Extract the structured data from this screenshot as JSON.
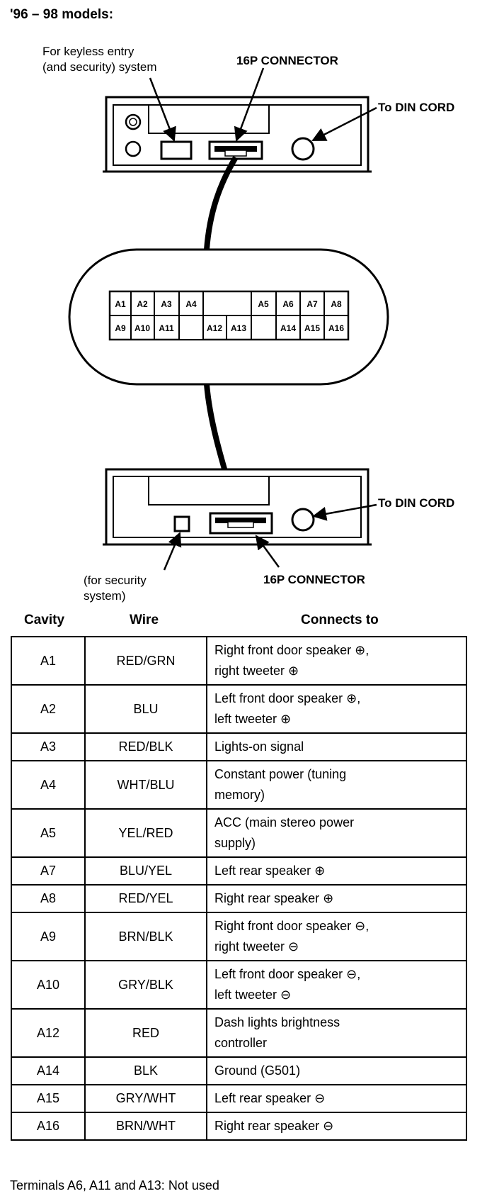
{
  "heading": "'96 – 98 models:",
  "top_unit": {
    "keyless_label_line1": "For keyless entry",
    "keyless_label_line2": "(and security) system",
    "connector_label": "16P CONNECTOR",
    "din_label": "To DIN CORD"
  },
  "connector_face": {
    "row1": [
      "A1",
      "A2",
      "A3",
      "A4",
      "A5",
      "A6",
      "A7",
      "A8"
    ],
    "row2": [
      "A9",
      "A10",
      "A11",
      "A12",
      "A13",
      "A14",
      "A15",
      "A16"
    ]
  },
  "bottom_unit": {
    "security_label_line1": "(for security",
    "security_label_line2": "system)",
    "connector_label": "16P CONNECTOR",
    "din_label": "To DIN CORD"
  },
  "table": {
    "headers": [
      "Cavity",
      "Wire",
      "Connects to"
    ],
    "rows": [
      {
        "cavity": "A1",
        "wire": "RED/GRN",
        "line1": "Right front door speaker ⊕,",
        "line2": "right tweeter ⊕"
      },
      {
        "cavity": "A2",
        "wire": "BLU",
        "line1": "Left front door speaker ⊕,",
        "line2": "left tweeter ⊕"
      },
      {
        "cavity": "A3",
        "wire": "RED/BLK",
        "line1": "Lights-on signal",
        "line2": ""
      },
      {
        "cavity": "A4",
        "wire": "WHT/BLU",
        "line1": "Constant power (tuning",
        "line2": "memory)"
      },
      {
        "cavity": "A5",
        "wire": "YEL/RED",
        "line1": "ACC (main stereo power",
        "line2": "supply)"
      },
      {
        "cavity": "A7",
        "wire": "BLU/YEL",
        "line1": "Left rear speaker ⊕",
        "line2": ""
      },
      {
        "cavity": "A8",
        "wire": "RED/YEL",
        "line1": "Right rear speaker ⊕",
        "line2": ""
      },
      {
        "cavity": "A9",
        "wire": "BRN/BLK",
        "line1": "Right front door speaker ⊖,",
        "line2": "right tweeter ⊖"
      },
      {
        "cavity": "A10",
        "wire": "GRY/BLK",
        "line1": "Left front door speaker ⊖,",
        "line2": "left tweeter ⊖"
      },
      {
        "cavity": "A12",
        "wire": "RED",
        "line1": "Dash lights brightness",
        "line2": "controller"
      },
      {
        "cavity": "A14",
        "wire": "BLK",
        "line1": "Ground (G501)",
        "line2": ""
      },
      {
        "cavity": "A15",
        "wire": "GRY/WHT",
        "line1": "Left rear speaker ⊖",
        "line2": ""
      },
      {
        "cavity": "A16",
        "wire": "BRN/WHT",
        "line1": "Right rear speaker ⊖",
        "line2": ""
      }
    ]
  },
  "footnote": "Terminals A6, A11 and A13: Not used"
}
